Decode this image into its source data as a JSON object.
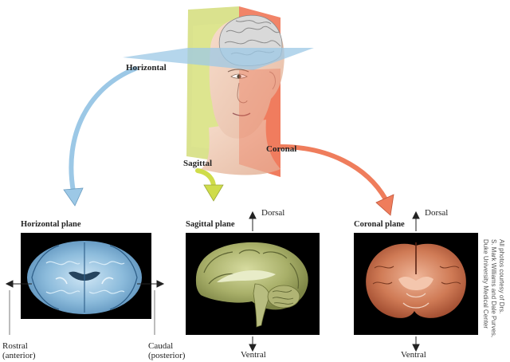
{
  "planes": {
    "horizontal": "Horizontal",
    "sagittal": "Sagittal",
    "coronal": "Coronal"
  },
  "panels": {
    "horizontal_title": "Horizontal plane",
    "sagittal_title": "Sagittal plane",
    "coronal_title": "Coronal plane"
  },
  "directions": {
    "dorsal": "Dorsal",
    "ventral": "Ventral",
    "rostral": "Rostral",
    "rostral_sub": "(anterior)",
    "caudal": "Caudal",
    "caudal_sub": "(posterior)"
  },
  "credit": {
    "line1": "All photos courtesy of Drs.",
    "line2": "S. Mark Williams and Dale Purves,",
    "line3": "Duke University Medical Center"
  },
  "colors": {
    "horizontal_plane": "#9cc8e6",
    "sagittal_plane": "#cfdc78",
    "coronal_plane": "#ec7a5a",
    "horizontal_brain": "#7fb2d4",
    "sagittal_brain": "#a3ad6a",
    "coronal_brain": "#c8694a",
    "panel_bg": "#000000"
  }
}
